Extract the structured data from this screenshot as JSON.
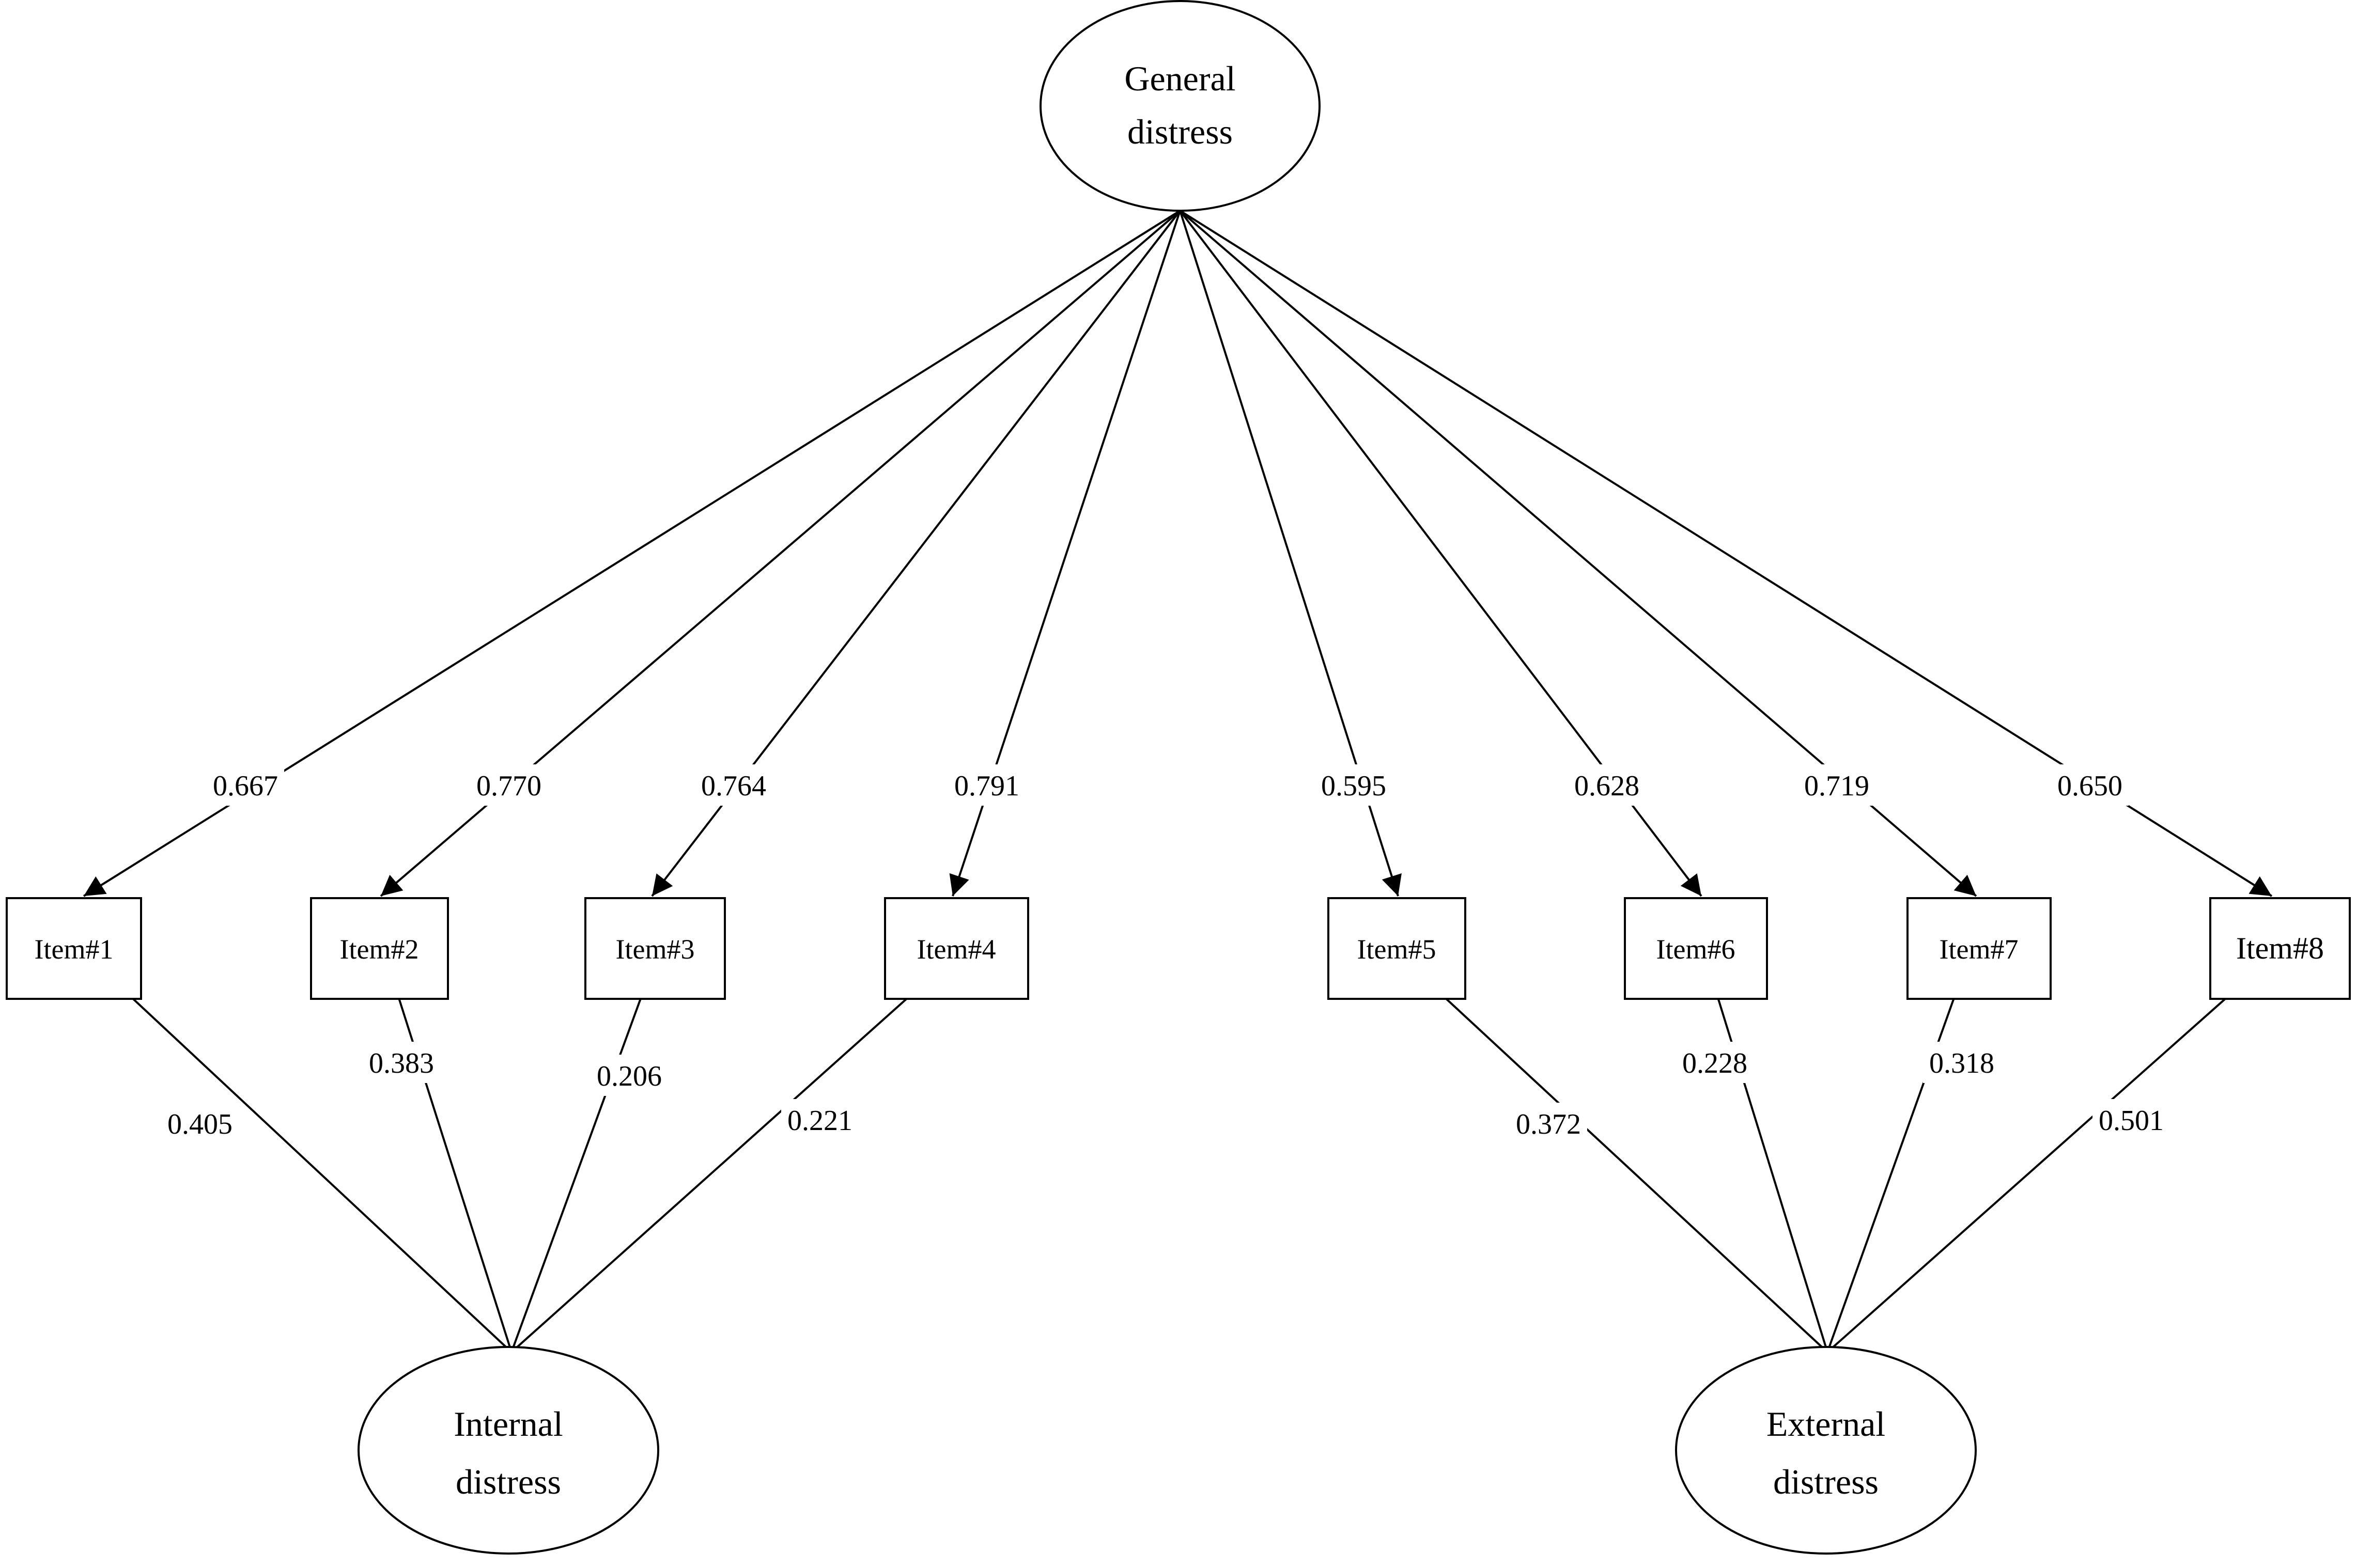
{
  "latents": {
    "general": {
      "line1": "General",
      "line2": "distress"
    },
    "internal": {
      "line1": "Internal",
      "line2": "distress"
    },
    "external": {
      "line1": "External",
      "line2": "distress"
    }
  },
  "items": [
    {
      "label": "Item#1"
    },
    {
      "label": "Item#2"
    },
    {
      "label": "Item#3"
    },
    {
      "label": "Item#4"
    },
    {
      "label": "Item#5"
    },
    {
      "label": "Item#6"
    },
    {
      "label": "Item#7"
    },
    {
      "label": "Item#8"
    }
  ],
  "general_loadings": [
    "0.667",
    "0.770",
    "0.764",
    "0.791",
    "0.595",
    "0.628",
    "0.719",
    "0.650"
  ],
  "internal_loadings": [
    "0.405",
    "0.383",
    "0.206",
    "0.221"
  ],
  "external_loadings": [
    "0.372",
    "0.228",
    "0.318",
    "0.501"
  ]
}
